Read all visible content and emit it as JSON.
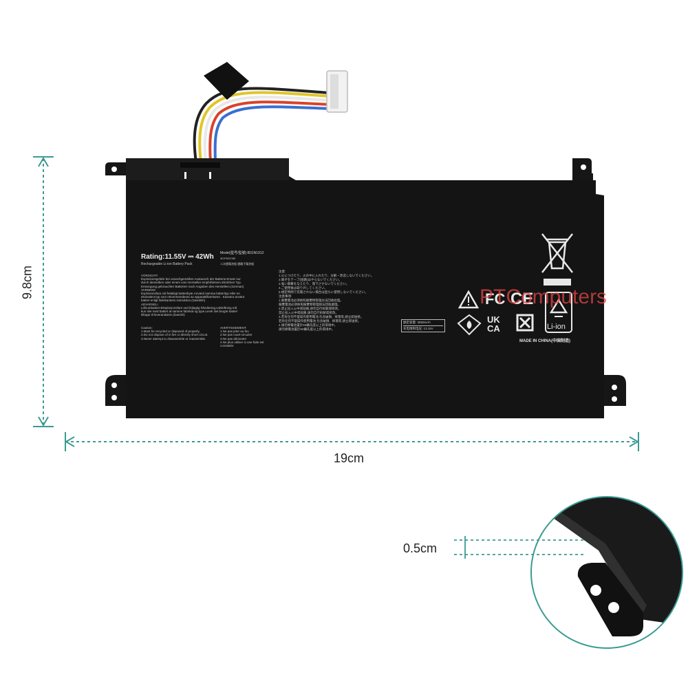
{
  "dimensions": {
    "height": "9.8cm",
    "width": "19cm",
    "thickness": "0.5cm"
  },
  "battery": {
    "rating": "Rating:11.55V ⎓ 42Wh",
    "pack_type": "Rechargeable Li-ion Battery Pack",
    "model": "Model(型号/型號):B31N1912",
    "cells": "3ICP5/57/80",
    "cell_type_cn": "二次鋰電池組 鋰離子電池組",
    "capacity": "額定容量: 3550mAh",
    "charge_limit": "充电限制电压: 13.15V",
    "made_in": "MADE IN CHINA(中国制造)",
    "warning_heading_de": "VORSICHT!",
    "warning_de": [
      "Explosionsgefahr bei unsachgemäßen Austausch der Batterie.Ersatz nur",
      "durch denselben oder einem vom Hersteller empfohlenem ähnlichen Typ.",
      "Entsorgung gebrauchter Batterien nach Angaben des Herstellers.(German)"
    ],
    "warning_heading_sv": "VARNING!",
    "warning_sv": [
      "Explosionsfara vid felaktigt batteribyte.Använd samma batterityp eller en",
      "ekvivalent typ som rekommenderas av apparattillverkaren . Kassera använt",
      "batteri enligt fabrikantens instruktion.(Swedish)"
    ],
    "warning_heading_da": "ADVARSEL!",
    "warning_da": [
      "Lithiumbatteri-Eksplosionsfare ved fejlagtig håndtering.Udskiftning må",
      "kun ske med batteri af samme fabrikat og type.Levér det brugte batteri",
      "tilbage til leverandøren.(Danish)"
    ],
    "caution_heading": "Caution:",
    "caution": [
      "1.Must be recycled or disposed of properly.",
      "2.Do not dispose of in fire or directly short circuit.",
      "3.Never attempt to disassemble or reassemble."
    ],
    "avertissement_heading": "AVERTISSEMENT:",
    "avertissement": [
      "1.Ne pas jeter au feu",
      "2.Ne pas court-circuiter",
      "3.Ne pas démonter",
      "4.Ne plus utiliser si une fuite est constatée"
    ],
    "notice_heading_jp": "注意:",
    "notice_jp": [
      "1.火につけたり、火の中に入れたり、分解・改造しないでください。",
      "2.端子をテープ(短路)はやらないでください。",
      "3.強い衝撃を与えたり、落下させないでください。",
      "4.ご使用後は取り外してください。",
      "5.規定時間で充電されない場合は直ちに使用しないでください。"
    ],
    "notice_heading_cn": "注意事項:",
    "notice_cn": [
      "1.廢棄電池必須依照廢棄物管理办法回收处理。",
      "  廢棄電池必須依照廢棄物管理辦法回收處理。",
      "2.禁止投入火中或短路,請勿自行拆解或修改。",
      "  禁止投入火中或短路,請勿自行拆解或修改。",
      "3.若有任何不當操作使用電池,包含破損、摔落等,請立即送修。",
      "  若有任何不當操作使用電池,包含破損、摔落等,請立即送修。",
      "4.請勿將電池置於60攝氏度以上的環境中。",
      "  請勿將電池置於60攝氏度以上的環境中。"
    ],
    "li_ion_label": "Li-ion",
    "ukca_label": "UK CA",
    "fc_label": "FC",
    "ce_label": "CE"
  },
  "watermark": "PTComputers",
  "colors": {
    "battery_body": "#141414",
    "dimension_line": "#3a9a92",
    "wires": [
      "#222222",
      "#e0c52a",
      "#e8e8e8",
      "#d8432a",
      "#3a6fd0"
    ]
  }
}
